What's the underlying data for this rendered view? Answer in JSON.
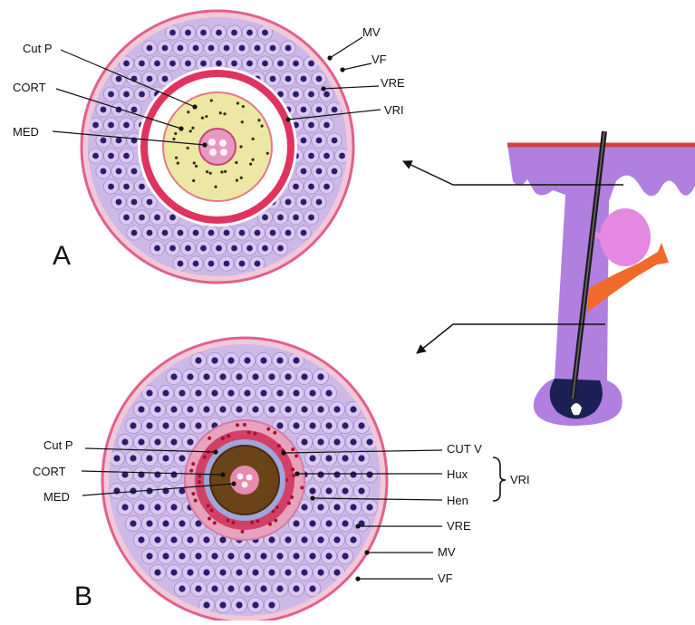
{
  "panel_a": {
    "letter": "A",
    "labels": {
      "cut_p": "Cut  P",
      "cort": "CORT",
      "med": "MED",
      "mv": "MV",
      "vf": "VF",
      "vre": "VRE",
      "vri": "VRI"
    }
  },
  "panel_b": {
    "letter": "B",
    "labels": {
      "cut_p": "Cut P",
      "cort": "CORT",
      "med": "MED",
      "cut_v": "CUT V",
      "hux": "Hux",
      "hen": "Hen",
      "vri": "VRI",
      "vre": "VRE",
      "mv": "MV",
      "vf": "VF"
    }
  },
  "colors": {
    "outer_sheath": "#f3c9d8",
    "membrane": "#e0608c",
    "cells": "#c9b6e6",
    "nucleus": "#2b1c6e",
    "ring_a": "#e0335f",
    "cortex_a": "#ece7a2",
    "cortex_b": "#6b4318",
    "follicle_purple": "#b07fe0",
    "skin_red": "#d84040",
    "gland_pink": "#e488e2",
    "muscle_orange": "#f06a2c",
    "hair_shaft": "#1d1d1d"
  }
}
